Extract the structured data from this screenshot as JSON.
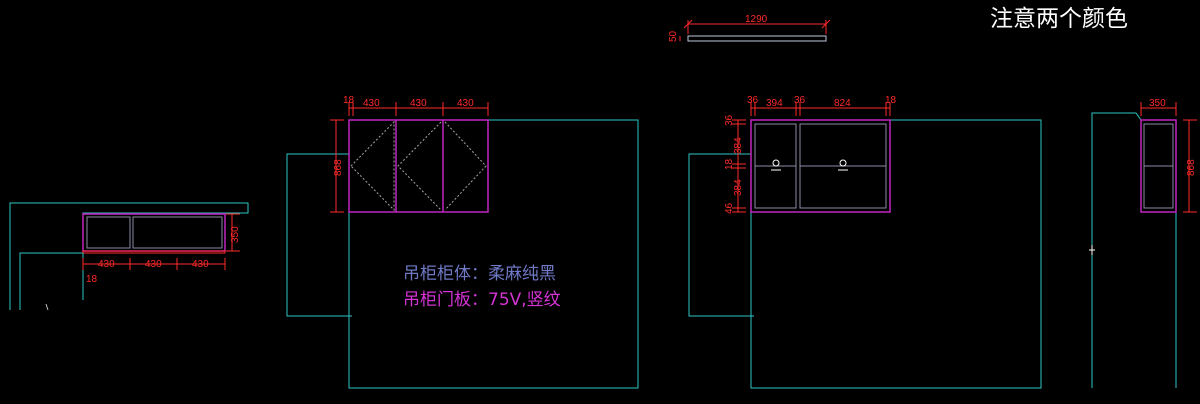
{
  "title_note": "注意两个颜色",
  "notes": {
    "body": "吊柜柜体：柔麻纯黑",
    "door": "吊柜门板：75V,竖纹"
  },
  "colors": {
    "background": "#000000",
    "outline": "#2ec4c4",
    "cabinet": "#c027c0",
    "dimension": "#ff2a2a",
    "note_body": "#6f79c6",
    "note_door": "#d633d6"
  },
  "dims": {
    "panel_len": "1290",
    "panel_thk": "50",
    "plan_w1": "430",
    "plan_w2": "430",
    "plan_w3": "430",
    "plan_depth": "350",
    "plan_side": "18",
    "front_side": "18",
    "front_w1": "430",
    "front_w2": "430",
    "front_w3": "430",
    "front_h": "868",
    "int_s1": "36",
    "int_w1": "394",
    "int_s2": "36",
    "int_w2": "824",
    "int_s3": "18",
    "int_v1": "36",
    "int_v2": "384",
    "int_v3": "18",
    "int_v4": "384",
    "int_v5": "46",
    "side_w": "350",
    "side_h": "868"
  }
}
